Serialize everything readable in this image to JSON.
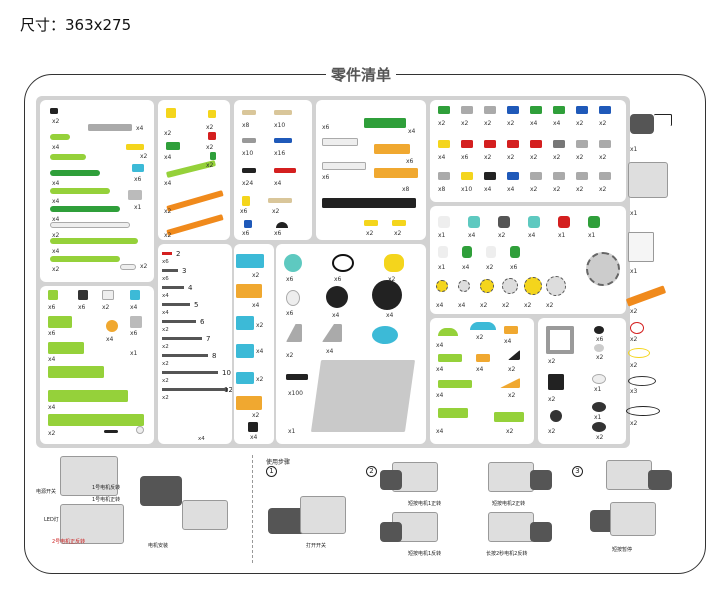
{
  "size_label": "尺寸：363x275",
  "title": "零件清单",
  "section1": {
    "qty": [
      "x2",
      "x4",
      "x4",
      "x2",
      "x4",
      "x6",
      "x4",
      "x1",
      "x4",
      "x2",
      "x4",
      "x2",
      "x2"
    ]
  },
  "section2": {
    "qty": [
      "x2",
      "x2",
      "x4",
      "x2",
      "x4",
      "x2",
      "x2",
      "x2"
    ]
  },
  "section3": {
    "qty": [
      "x8",
      "x10",
      "x10",
      "x16",
      "x24",
      "x4",
      "x6",
      "x2",
      "x6",
      "x6"
    ]
  },
  "section4": {
    "qty": [
      "x6",
      "x4",
      "x6",
      "x6",
      "x8",
      "x2",
      "x2"
    ]
  },
  "section5": {
    "qty_row1": [
      "x2",
      "x2",
      "x2",
      "x2",
      "x4",
      "x4",
      "x2",
      "x2"
    ],
    "qty_row2": [
      "x4",
      "x6",
      "x2",
      "x2",
      "x2",
      "x2",
      "x2",
      "x2"
    ],
    "qty_row3": [
      "x8",
      "x10",
      "x4",
      "x4",
      "x2",
      "x2",
      "x2",
      "x2"
    ]
  },
  "section6": {
    "qty_row1": [
      "x1",
      "x4",
      "x2",
      "x4",
      "x1",
      "x1"
    ],
    "qty_row2": [
      "x1",
      "x4",
      "x2",
      "x6"
    ],
    "qty_row3": [
      "x4",
      "x4",
      "x2",
      "x2",
      "x2",
      "x2"
    ]
  },
  "section7": {
    "qty": [
      "x6",
      "x6",
      "x2",
      "x4",
      "x6",
      "x6",
      "x4",
      "x4",
      "x1",
      "x4",
      "x2"
    ]
  },
  "axles": {
    "labels": [
      "2",
      "3",
      "4",
      "5",
      "6",
      "7",
      "8",
      "10",
      "12"
    ],
    "qty": [
      "x6",
      "x6",
      "x4",
      "x4",
      "x2",
      "x2",
      "x2",
      "x2",
      "x2",
      "x4"
    ]
  },
  "section8": {
    "qty": [
      "x2",
      "x4",
      "x2",
      "x4",
      "x2",
      "x2",
      "x4"
    ]
  },
  "section9": {
    "qty": [
      "x6",
      "x6",
      "x2",
      "x6",
      "x4",
      "x4",
      "x2",
      "x4",
      "x100",
      "x1"
    ]
  },
  "section10": {
    "qty": [
      "x4",
      "x2",
      "x4",
      "x4",
      "x4",
      "x2",
      "x4",
      "x2",
      "x4",
      "x2"
    ]
  },
  "section11": {
    "qty": [
      "x2",
      "x6",
      "x2",
      "x2",
      "x1",
      "x2",
      "x1",
      "x2"
    ]
  },
  "right_col": {
    "qty": [
      "x1",
      "x1",
      "x1",
      "x2",
      "x2",
      "x2",
      "x3",
      "x2"
    ]
  },
  "instructions": {
    "left_labels": {
      "power_switch": "电源开关",
      "motor1_rev": "1号电机反转",
      "motor1_fwd": "1号电机正转",
      "led": "LED灯",
      "motor2_fwd": "2号电机正反转",
      "motor_install": "电机安装"
    },
    "usage_title": "使用步骤",
    "steps": [
      {
        "num": "1",
        "caption": "打开开关"
      },
      {
        "num": "2",
        "caption_a": "短按电机1正转",
        "caption_b": "短按电机2正转",
        "caption_c": "短按电机1反转",
        "caption_d": "长按2秒电机2反转"
      },
      {
        "num": "3",
        "caption": "短按暂停"
      }
    ]
  },
  "colors": {
    "frame": "#333333",
    "panel": "#d2d2d2",
    "lime": "#95d13a",
    "green": "#2f9f3a",
    "white_piece": "#eeeeee",
    "yellow": "#f4d51c",
    "orange": "#f08a1c",
    "blue": "#1f59b9",
    "azure": "#3cbad7",
    "red": "#d41f1f",
    "gray": "#9a9a9a",
    "dark": "#333333"
  }
}
